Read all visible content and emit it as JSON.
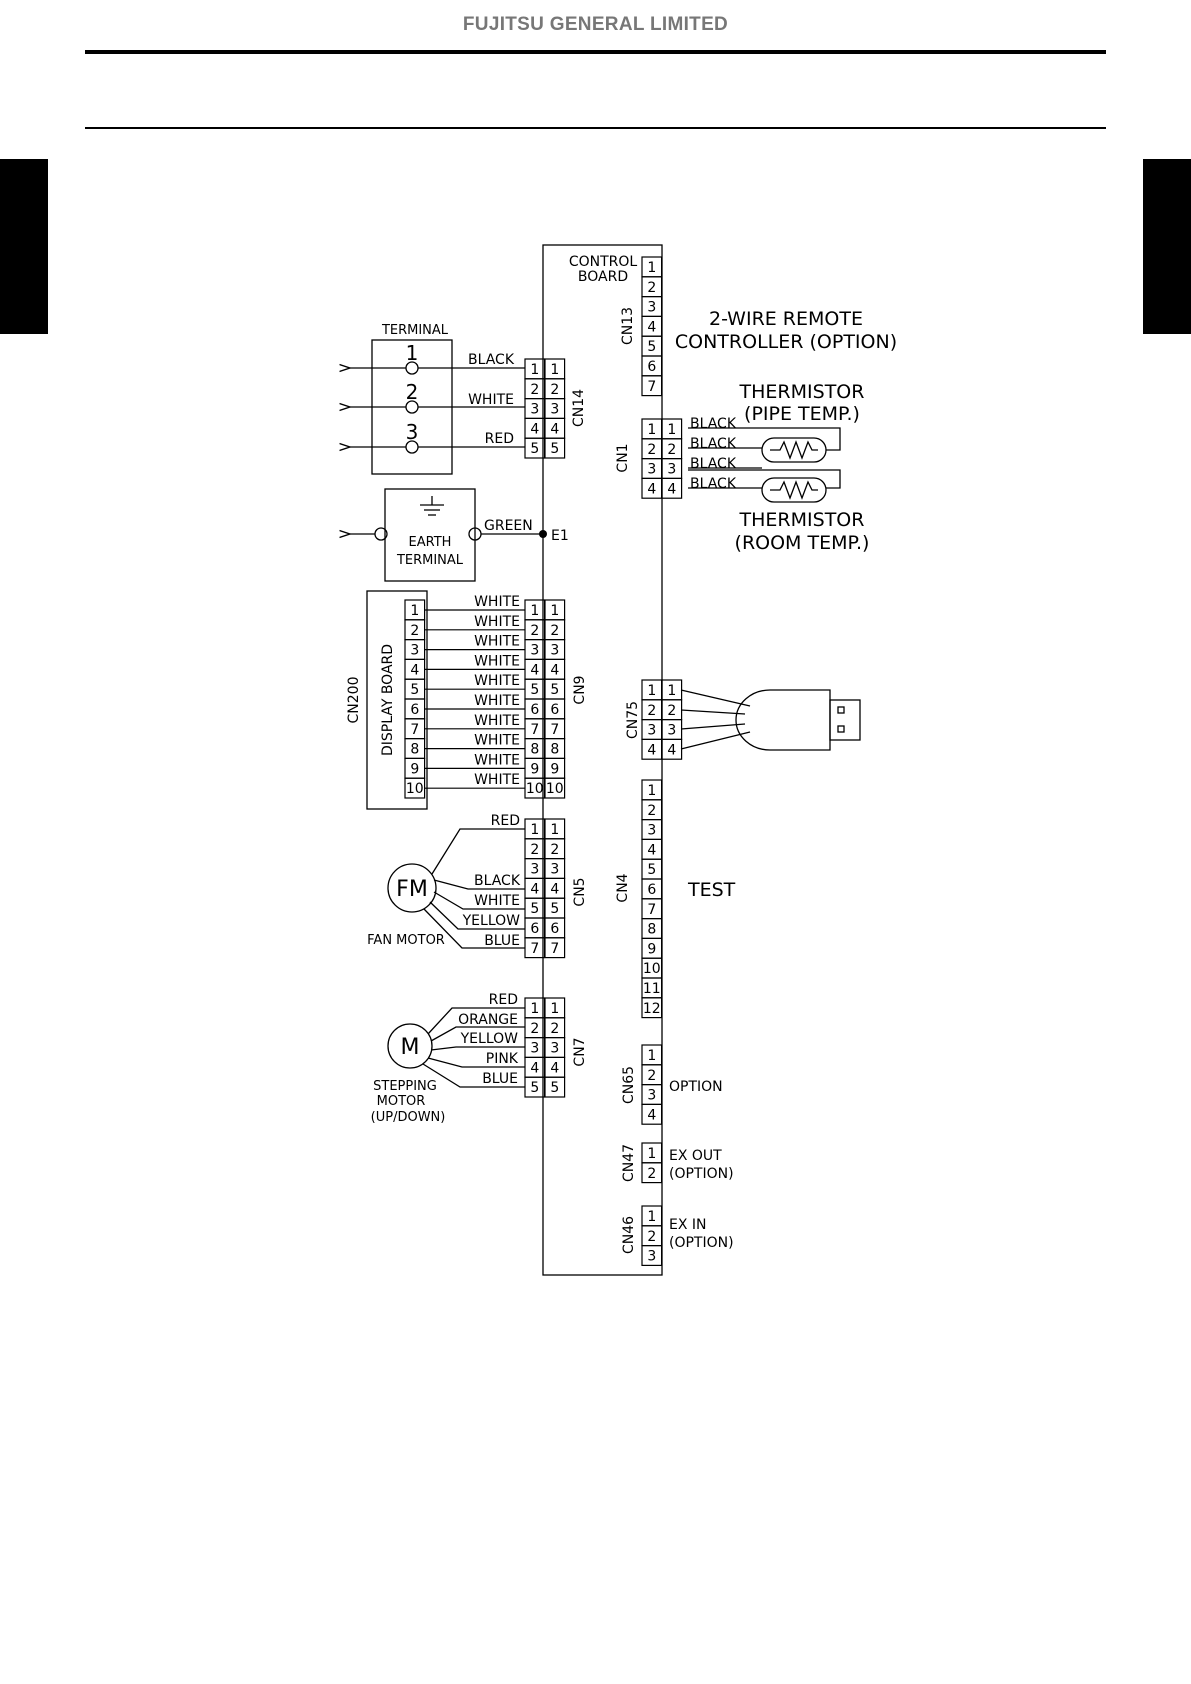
{
  "header": {
    "company": "FUJITSU GENERAL LIMITED"
  },
  "board": {
    "label_line1": "CONTROL",
    "label_line2": "BOARD"
  },
  "terminal": {
    "title": "TERMINAL",
    "numbers": [
      "1",
      "2",
      "3"
    ]
  },
  "earth_terminal": {
    "label_line1": "EARTH",
    "label_line2": "TERMINAL",
    "wire": "GREEN",
    "node": "E1"
  },
  "display_board": {
    "label": "DISPLAY BOARD",
    "connector": "CN200"
  },
  "fan_motor": {
    "symbol": "FM",
    "label": "FAN MOTOR"
  },
  "stepping_motor": {
    "symbol": "M",
    "label_line1": "STEPPING",
    "label_line2": "MOTOR",
    "label_line3": "(UP/DOWN)"
  },
  "thermistors": {
    "pipe_line1": "THERMISTOR",
    "pipe_line2": "(PIPE TEMP.)",
    "room_line1": "THERMISTOR",
    "room_line2": "(ROOM TEMP.)"
  },
  "connectors": {
    "CN13": {
      "name": "CN13",
      "pins": [
        "1",
        "2",
        "3",
        "4",
        "5",
        "6",
        "7"
      ],
      "desc_line1": "2-WIRE REMOTE",
      "desc_line2": "CONTROLLER (OPTION)"
    },
    "CN14": {
      "name": "CN14",
      "pins": [
        "1",
        "2",
        "3",
        "4",
        "5"
      ],
      "wires": [
        "BLACK",
        "WHITE",
        "RED"
      ]
    },
    "CN1": {
      "name": "CN1",
      "pins": [
        "1",
        "2",
        "3",
        "4"
      ],
      "wires": [
        "BLACK",
        "BLACK",
        "BLACK",
        "BLACK"
      ]
    },
    "CN9": {
      "name": "CN9",
      "pins": [
        "1",
        "2",
        "3",
        "4",
        "5",
        "6",
        "7",
        "8",
        "9",
        "10"
      ],
      "wires": [
        "WHITE",
        "WHITE",
        "WHITE",
        "WHITE",
        "WHITE",
        "WHITE",
        "WHITE",
        "WHITE",
        "WHITE",
        "WHITE"
      ]
    },
    "CN75": {
      "name": "CN75",
      "pins": [
        "1",
        "2",
        "3",
        "4"
      ]
    },
    "CN5": {
      "name": "CN5",
      "pins": [
        "1",
        "2",
        "3",
        "4",
        "5",
        "6",
        "7"
      ],
      "wires": [
        "RED",
        "BLACK",
        "WHITE",
        "YELLOW",
        "BLUE"
      ]
    },
    "CN4": {
      "name": "CN4",
      "pins": [
        "1",
        "2",
        "3",
        "4",
        "5",
        "6",
        "7",
        "8",
        "9",
        "10",
        "11",
        "12"
      ],
      "desc": "TEST"
    },
    "CN7": {
      "name": "CN7",
      "pins": [
        "1",
        "2",
        "3",
        "4",
        "5"
      ],
      "wires": [
        "RED",
        "ORANGE",
        "YELLOW",
        "PINK",
        "BLUE"
      ]
    },
    "CN65": {
      "name": "CN65",
      "pins": [
        "1",
        "2",
        "3",
        "4"
      ],
      "desc": "OPTION"
    },
    "CN47": {
      "name": "CN47",
      "pins": [
        "1",
        "2"
      ],
      "desc_line1": "EX OUT",
      "desc_line2": "(OPTION)"
    },
    "CN46": {
      "name": "CN46",
      "pins": [
        "1",
        "2",
        "3"
      ],
      "desc_line1": "EX IN",
      "desc_line2": "(OPTION)"
    }
  }
}
